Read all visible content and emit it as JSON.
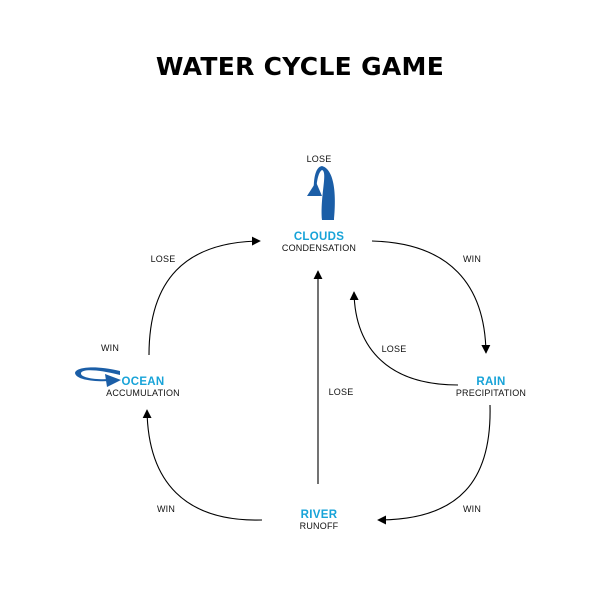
{
  "title": "WATER CYCLE GAME",
  "colors": {
    "node_name": "#17a3d8",
    "self_loop": "#1b5ea7",
    "edge": "#000000"
  },
  "nodes": {
    "clouds": {
      "name": "CLOUDS",
      "subtitle": "CONDENSATION"
    },
    "rain": {
      "name": "RAIN",
      "subtitle": "PRECIPITATION"
    },
    "river": {
      "name": "RIVER",
      "subtitle": "RUNOFF"
    },
    "ocean": {
      "name": "OCEAN",
      "subtitle": "ACCUMULATION"
    }
  },
  "edges": {
    "clouds_self": "LOSE",
    "clouds_to_rain": "WIN",
    "rain_to_clouds": "LOSE",
    "rain_to_river": "WIN",
    "river_to_clouds": "LOSE",
    "river_to_ocean": "WIN",
    "ocean_self": "WIN",
    "ocean_to_clouds": "LOSE"
  }
}
